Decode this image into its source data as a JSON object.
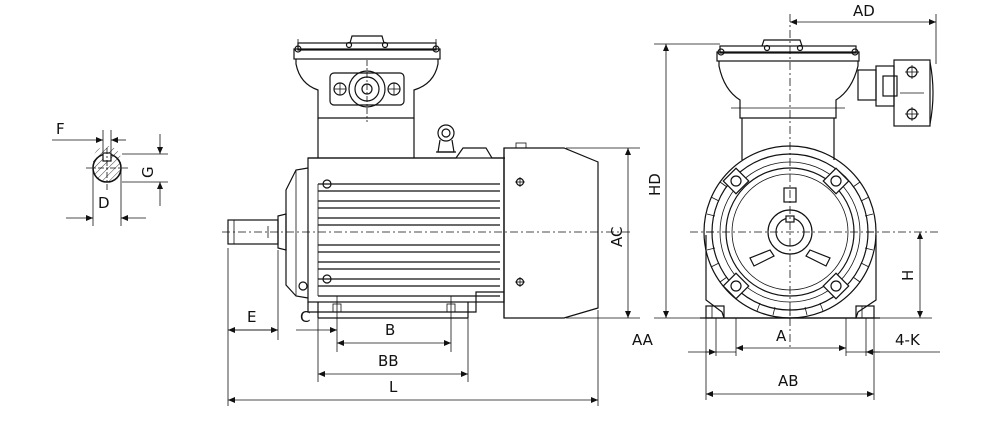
{
  "shaft_section": {
    "labels": {
      "F": "F",
      "G": "G",
      "D": "D"
    }
  },
  "side_view": {
    "labels": {
      "E": "E",
      "C": "C",
      "B": "B",
      "BB": "BB",
      "L": "L",
      "AC": "AC",
      "HD": "HD"
    }
  },
  "end_view": {
    "labels": {
      "AD": "AD",
      "H": "H",
      "AA": "AA",
      "A": "A",
      "AB": "AB",
      "K": "4-K"
    }
  }
}
